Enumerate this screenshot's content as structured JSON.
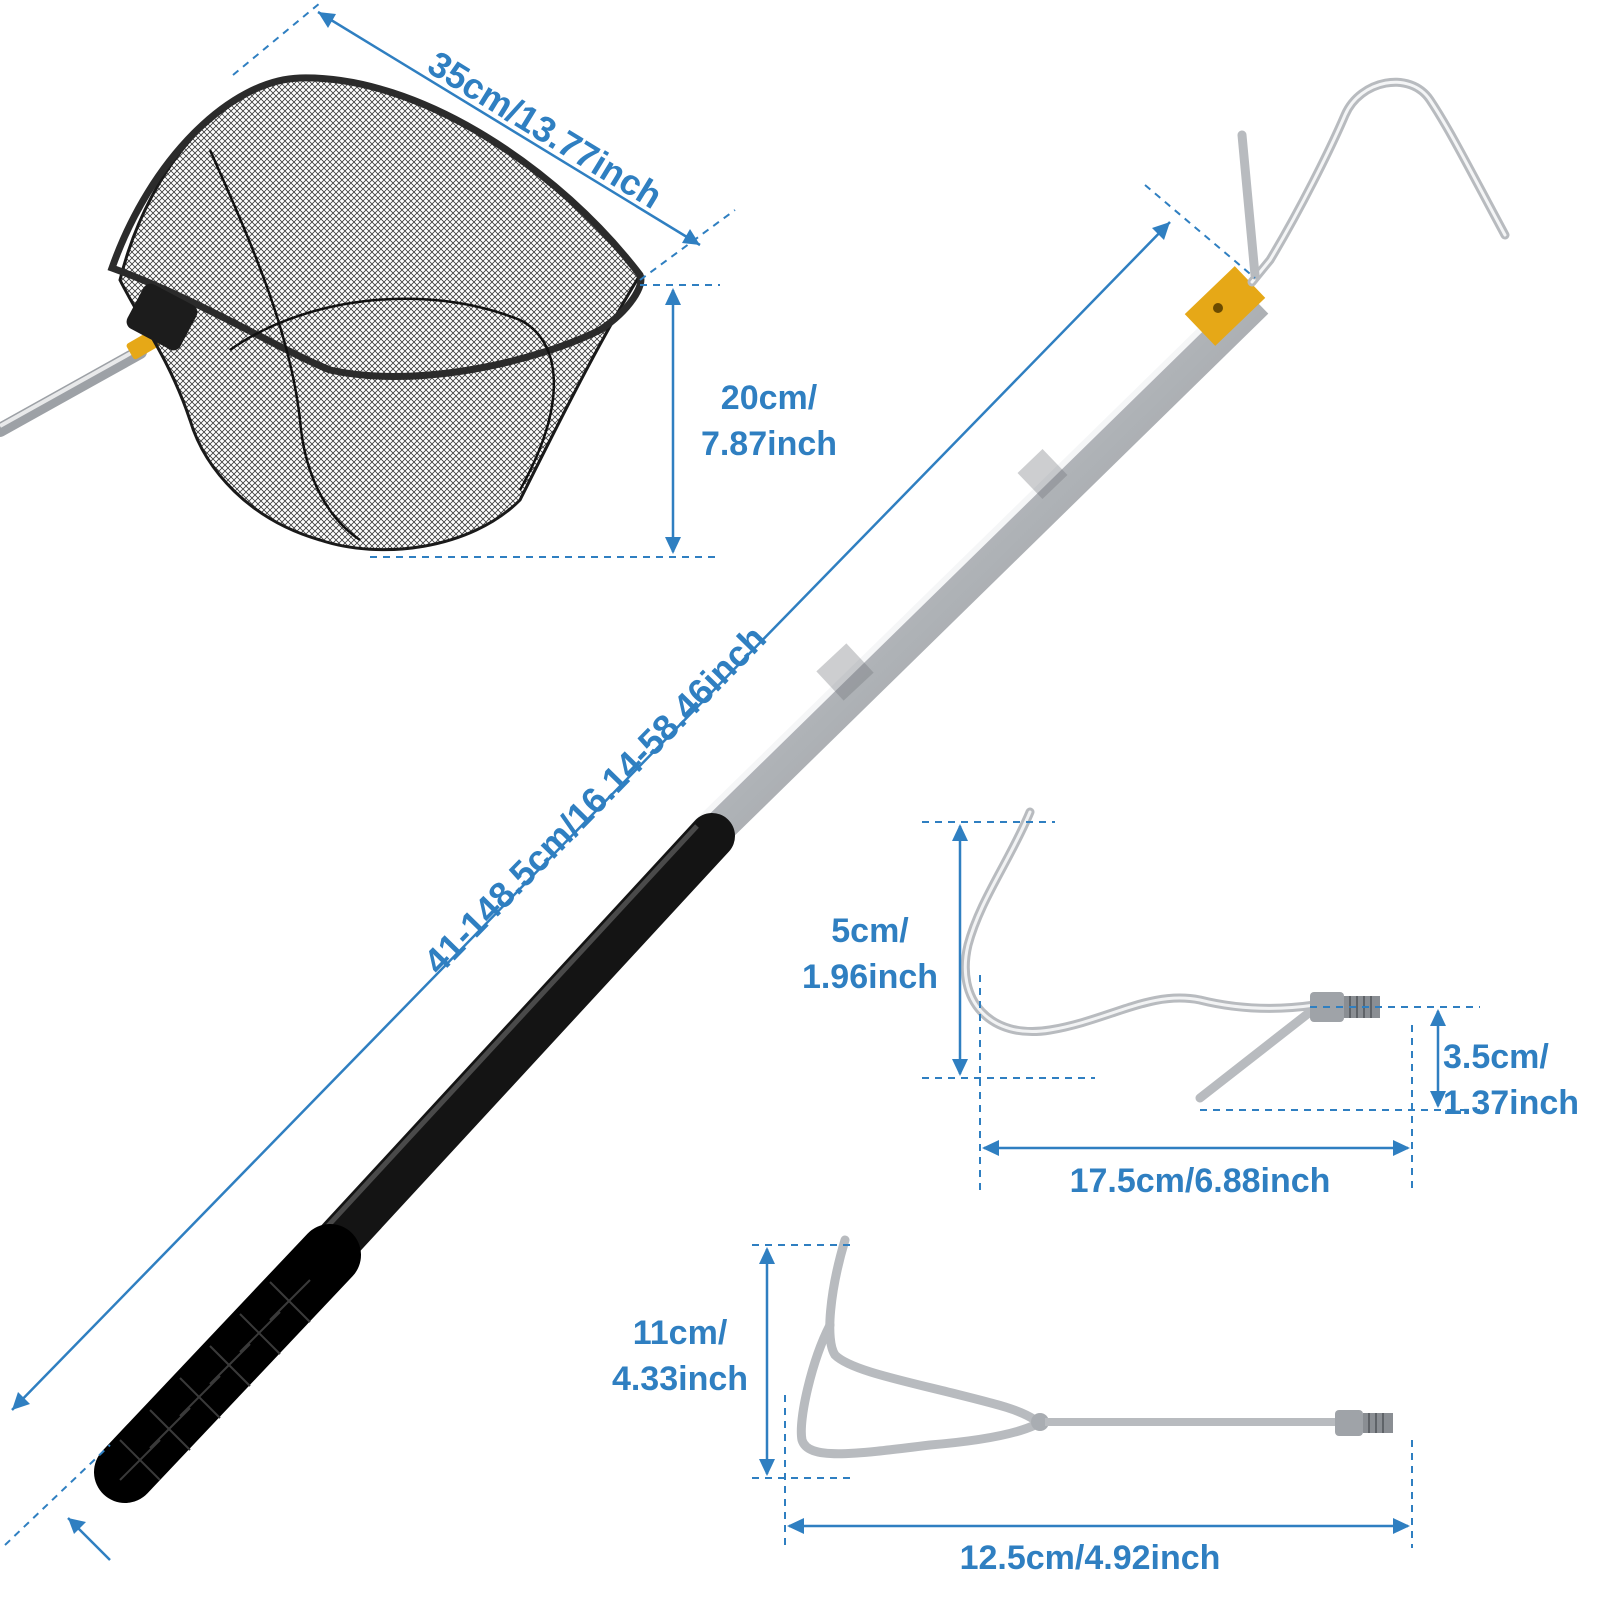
{
  "dimensions": {
    "net_width": "35cm/13.77inch",
    "net_depth_line1": "20cm/",
    "net_depth_line2": "7.87inch",
    "pole_length": "41-148.5cm/16.14-58.46inch",
    "hook_height_line1": "5cm/",
    "hook_height_line2": "1.96inch",
    "hook_thread_line1": "3.5cm/",
    "hook_thread_line2": "1.37inch",
    "hook_length": "17.5cm/6.88inch",
    "fork_height_line1": "11cm/",
    "fork_height_line2": "4.33inch",
    "fork_length": "12.5cm/4.92inch"
  },
  "colors": {
    "dimension": "#2f7fc1",
    "metal": "#c7c9cc",
    "handle": "#111111",
    "accent": "#e6a817",
    "net": "#2a2a2a"
  }
}
